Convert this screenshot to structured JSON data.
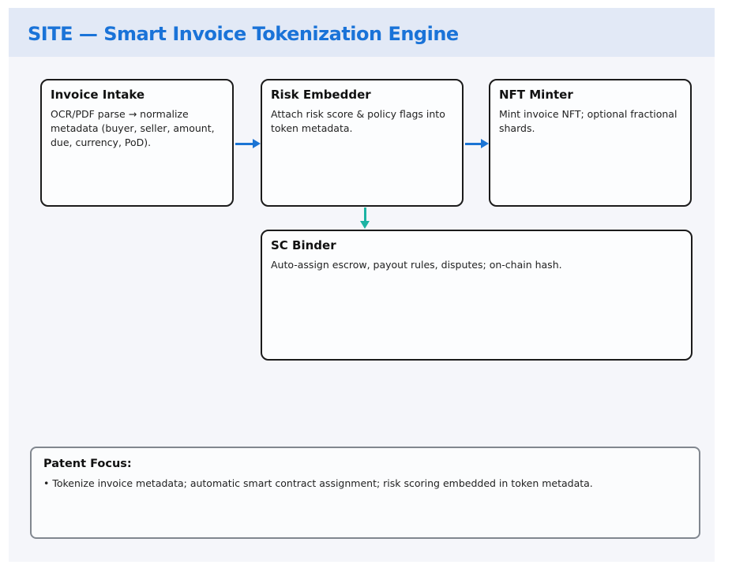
{
  "header": {
    "title": "SITE — Smart Invoice Tokenization Engine"
  },
  "nodes": [
    {
      "id": "invoice-intake",
      "title": "Invoice Intake",
      "body": "OCR/PDF parse → normalize metadata (buyer, seller, amount, due, currency, PoD)."
    },
    {
      "id": "risk-embedder",
      "title": "Risk Embedder",
      "body": "Attach risk score & policy flags into token metadata."
    },
    {
      "id": "nft-minter",
      "title": "NFT Minter",
      "body": "Mint invoice NFT; optional fractional shards."
    },
    {
      "id": "sc-binder",
      "title": "SC Binder",
      "body": "Auto-assign escrow, payout rules, disputes; on-chain hash."
    }
  ],
  "edges": [
    {
      "from": "invoice-intake",
      "to": "risk-embedder",
      "direction": "right",
      "color": "#1b74d4"
    },
    {
      "from": "risk-embedder",
      "to": "nft-minter",
      "direction": "right",
      "color": "#1b74d4"
    },
    {
      "from": "risk-embedder",
      "to": "sc-binder",
      "direction": "down",
      "color": "#1cb3a3"
    }
  ],
  "patent": {
    "title": "Patent Focus:",
    "bullets": [
      "• Tokenize invoice metadata; automatic smart contract assignment; risk scoring embedded in token metadata."
    ]
  },
  "colors": {
    "title_text": "#1a73d8",
    "header_band": "#e2e9f6",
    "canvas_background": "#f5f6fa",
    "node_fill": "#fcfdfe",
    "node_border": "#1b1b1b",
    "arrow_blue": "#1b74d4",
    "arrow_teal": "#1cb3a3",
    "patent_border": "#81878f"
  }
}
